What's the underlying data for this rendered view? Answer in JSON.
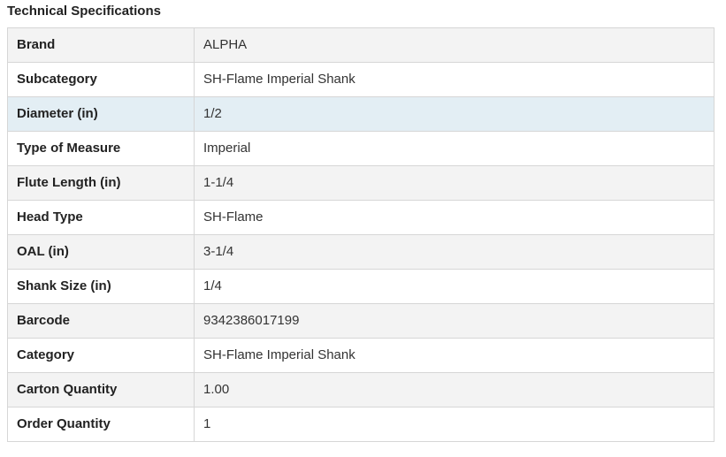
{
  "section": {
    "title": "Technical Specifications"
  },
  "specs": [
    {
      "label": "Brand",
      "value": "ALPHA"
    },
    {
      "label": "Subcategory",
      "value": "SH-Flame Imperial Shank"
    },
    {
      "label": "Diameter (in)",
      "value": "1/2"
    },
    {
      "label": "Type of Measure",
      "value": "Imperial"
    },
    {
      "label": "Flute Length (in)",
      "value": "1-1/4"
    },
    {
      "label": "Head Type",
      "value": "SH-Flame"
    },
    {
      "label": "OAL (in)",
      "value": "3-1/4"
    },
    {
      "label": "Shank Size (in)",
      "value": "1/4"
    },
    {
      "label": "Barcode",
      "value": "9342386017199"
    },
    {
      "label": "Category",
      "value": "SH-Flame Imperial Shank"
    },
    {
      "label": "Carton Quantity",
      "value": "1.00"
    },
    {
      "label": "Order Quantity",
      "value": "1"
    }
  ],
  "colors": {
    "row_alt": "#f3f3f3",
    "row_hover": "#e3eef4",
    "border": "#d6d6d6"
  }
}
